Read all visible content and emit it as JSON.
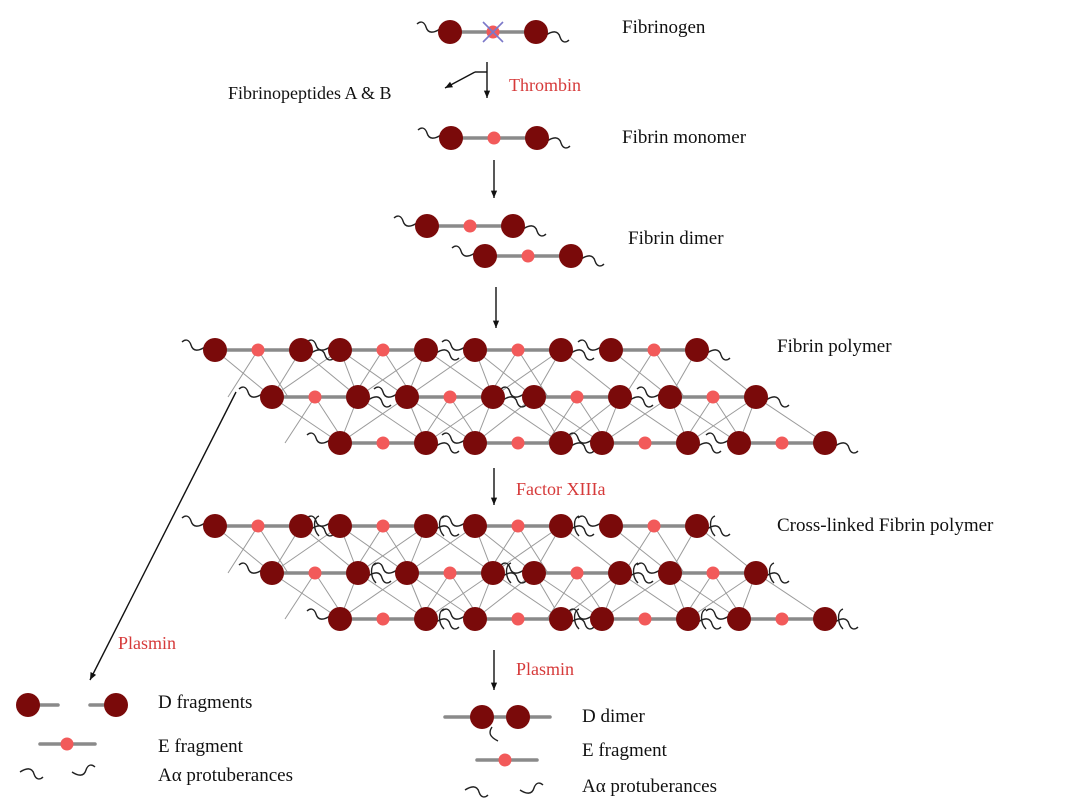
{
  "stages": {
    "fibrinogen": "Fibrinogen",
    "fibrinopeptides": "Fibrinopeptides A & B",
    "thrombin": "Thrombin",
    "monomer": "Fibrin monomer",
    "dimer": "Fibrin dimer",
    "polymer": "Fibrin polymer",
    "factor_xiii": "Factor XIIIa",
    "crosslinked": "Cross-linked Fibrin polymer",
    "plasmin_left": "Plasmin",
    "plasmin_right": "Plasmin"
  },
  "products_left": {
    "d_fragments": "D fragments",
    "e_fragment": "E fragment",
    "protuberances": "Aα protuberances"
  },
  "products_right": {
    "d_dimer": "D dimer",
    "e_fragment": "E fragment",
    "protuberances": "Aα protuberances"
  },
  "colors": {
    "d_domain": "#7a0a0a",
    "e_domain": "#f25a5a",
    "rod": "#8a8a8a",
    "enzyme_label": "#d63a3a",
    "thrombin_cross": "#7b78c9"
  }
}
